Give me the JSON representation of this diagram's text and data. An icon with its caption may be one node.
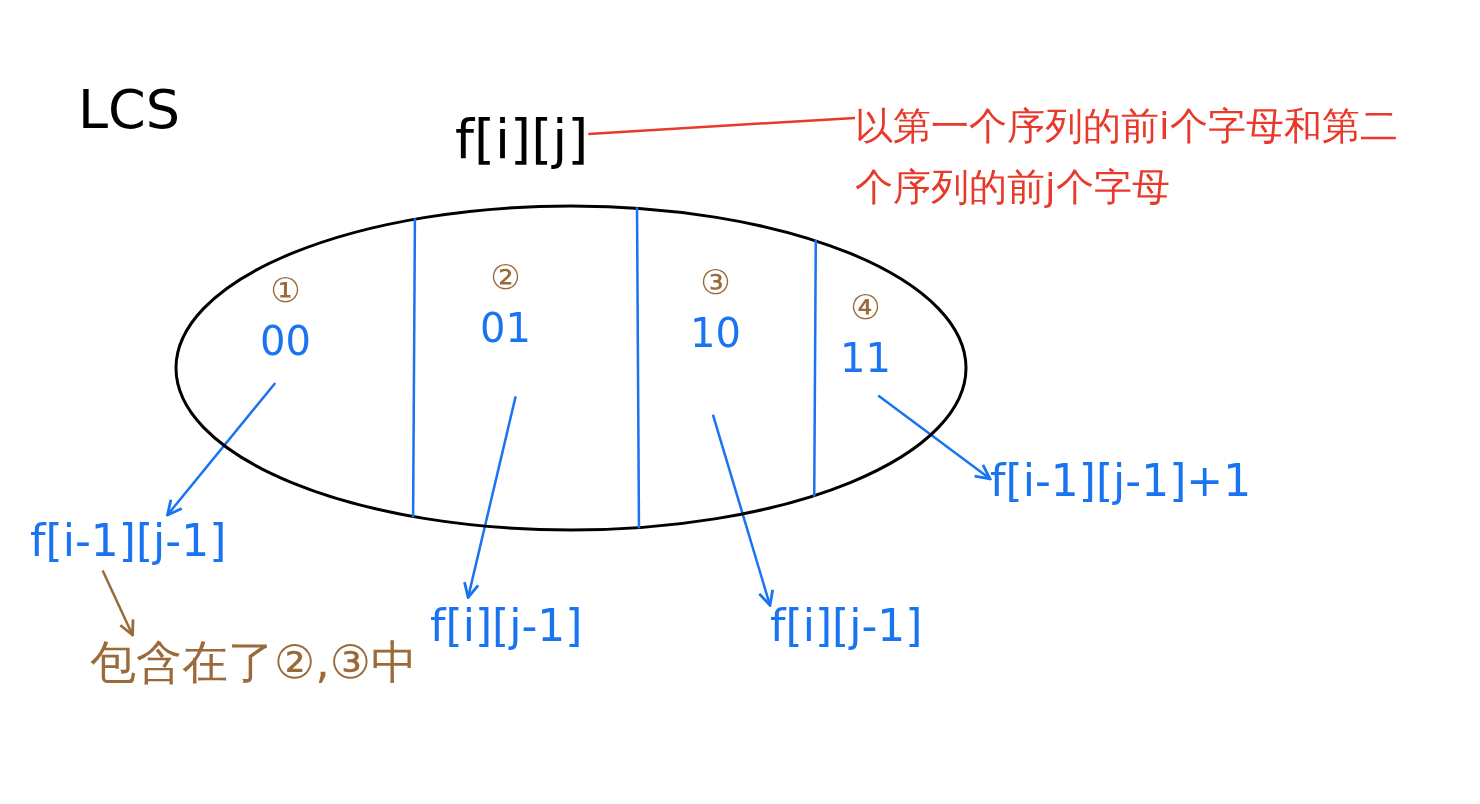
{
  "diagram": {
    "nodes": [
      {
        "text": [
          "f[i][j]"
        ]
      },
      {
        "text": [
          "以第一个序列的前i个字母和第二个序列的前j个字母"
        ]
      },
      {
        "text": [],
        "shape": "ellipse"
      },
      {
        "text": [
          "①",
          "00"
        ],
        "in": 2
      },
      {
        "text": [
          "②",
          "01"
        ],
        "in": 2
      },
      {
        "text": [
          "③",
          "10"
        ],
        "in": 2
      },
      {
        "text": [
          "④",
          "11"
        ],
        "in": 2
      },
      {
        "text": [
          "f[i-1][j-1]"
        ]
      },
      {
        "text": [
          "包含在了②,③中"
        ]
      },
      {
        "text": [
          "f[i][j-1]"
        ]
      },
      {
        "text": [
          "f[i][j-1]"
        ]
      },
      {
        "text": [
          "f[i-1][j-1]+1"
        ]
      }
    ],
    "edges": [
      {
        "from": 0,
        "to": 1,
        "arrow": "none",
        "color": "#e8392b"
      },
      {
        "from": 3,
        "to": 7,
        "arrow": "to"
      },
      {
        "from": 4,
        "to": 9,
        "arrow": "to"
      },
      {
        "from": 5,
        "to": 10,
        "arrow": "to"
      },
      {
        "from": 6,
        "to": 11,
        "arrow": "to"
      },
      {
        "from": 7,
        "to": 8,
        "arrow": "to",
        "color": "#9a6a3a"
      }
    ],
    "labels": [
      "LCS"
    ]
  }
}
